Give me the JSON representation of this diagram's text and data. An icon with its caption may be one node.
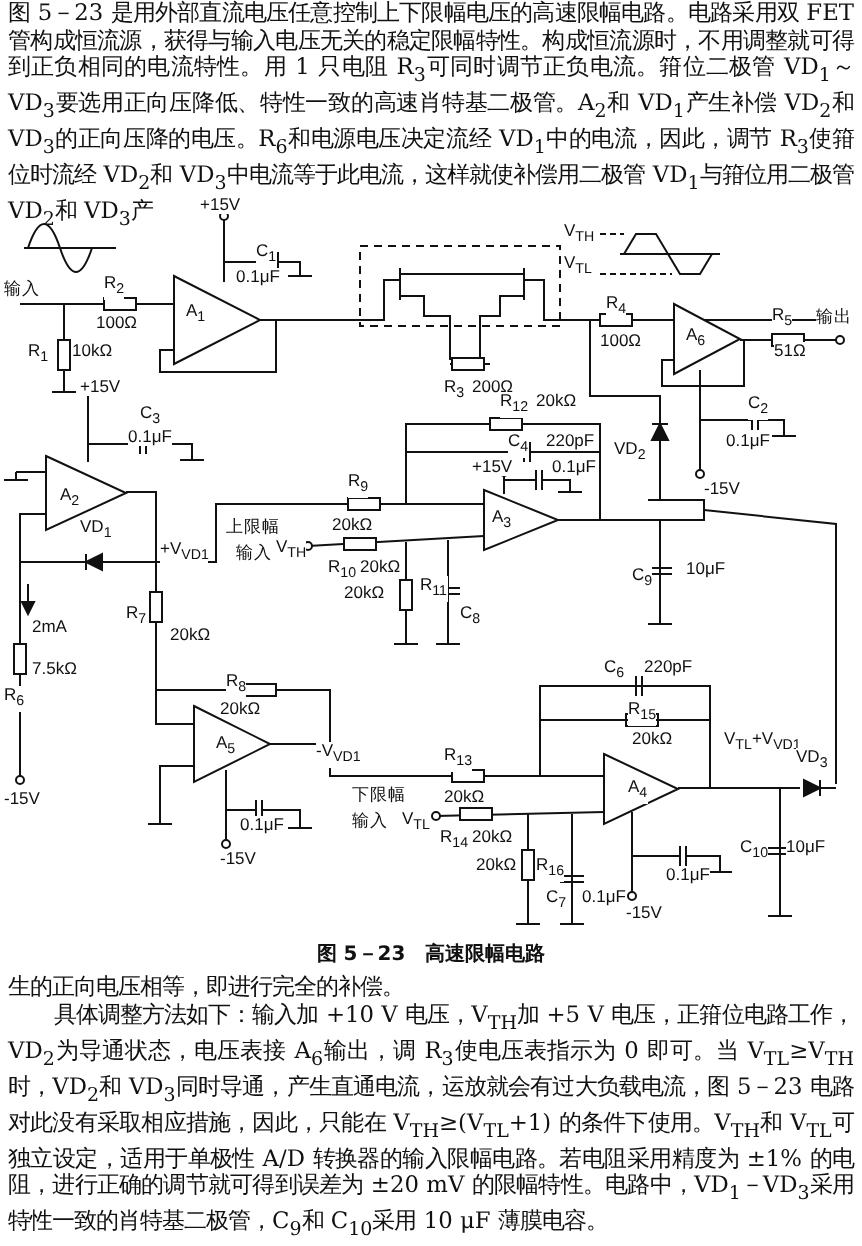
{
  "diagram": {
    "caption": "图 5－23　高速限幅电路",
    "labels": [
      "图 5－23 是用外部直流电压任意控制上下限幅电压的高速限幅电路。电路采用双 FET 管构成恒流源，获得与输入电压无关的稳定限幅特性。构成恒流源时，不用调整就可得到正负相同的电流特性。用 1 只电阻 R$_{3}$可同时调节正负电流。箝位二极管 VD$_{1}$～VD$_{3}$要选用正向压降低、特性一致的高速肖特基二极管。A$_{2}$和 VD$_{1}$产生补偿 VD$_{2}$和 VD$_{3}$的正向压降的电压。R$_{6}$和电源电压决定流经 VD$_{1}$中的电流，因此，调节 R$_{3}$使箝位时流经 VD$_{2}$和 VD$_{3}$中电流等于此电流，这样就使补偿用二极管 VD$_{1}$与箝位用二极管 VD$_{2}$和 VD$_{3}$产",
      "+15V",
      "V$_{TH}$",
      "C$_{1}$",
      "V$_{TL}$",
      "0.1μF",
      "输入",
      "R$_{2}$",
      "100Ω",
      "A$_{1}$",
      "R$_{4}$",
      "A$_{6}$",
      "R$_{5}$",
      "输出",
      "100Ω",
      "51Ω",
      "R$_{1}$",
      "10kΩ",
      "+15V",
      "R$_{3}$",
      "200Ω",
      "R$_{12}$",
      "20kΩ",
      "C$_{2}$",
      "C$_{3}$",
      "0.1μF",
      "C$_{4}$",
      "220pF",
      "0.1μF",
      "VD$_{2}$",
      "+15V",
      "0.1μF",
      "-15V",
      "A$_{2}$",
      "R$_{9}$",
      "20kΩ",
      "A$_{3}$",
      "VD$_{1}$",
      "上限幅",
      "+V$_{VD1}$",
      "输入",
      "V$_{TH}$",
      "R$_{10}$",
      "20kΩ",
      "C$_{9}$",
      "10μF",
      "20kΩ",
      "R$_{11}$",
      "C$_{8}$",
      "2mA",
      "R$_{7}$",
      "20kΩ",
      "7.5kΩ",
      "C$_{6}$",
      "220pF",
      "R$_{8}$",
      "R$_{6}$",
      "20kΩ",
      "R$_{15}$",
      "A$_{5}$",
      "-V$_{VD1}$",
      "R$_{13}$",
      "20kΩ",
      "V$_{TL}$+V$_{VD1}$",
      "VD$_{3}$",
      "-15V",
      "下限幅",
      "20kΩ",
      "A$_{4}$",
      "0.1μF",
      "输入",
      "V$_{TL}$",
      "R$_{14}$",
      "20kΩ",
      "C$_{10}$",
      "10μF",
      "-15V",
      "20kΩ",
      "R$_{16}$",
      "0.1μF",
      "C$_{7}$",
      "0.1μF",
      "-15V",
      "生的正向电压相等，即进行完全的补偿。",
      "具体调整方法如下：输入加 +10 V 电压，V$_{TH}$加 +5 V 电压，正箝位电路工作，VD$_{2}$为导通状态，电压表接 A$_{6}$输出，调 R$_{3}$使电压表指示为 0 即可。当 V$_{TL}$≥V$_{TH}$时，VD$_{2}$和 VD$_{3}$同时导通，产生直通电流，运放就会有过大负载电流，图 5－23 电路对此没有采取相应措施，因此，只能在 V$_{TH}$≥(V$_{TL}$+1) 的条件下使用。V$_{TH}$和 V$_{TL}$可独立设定，适用于单极性 A/D 转换器的输入限幅电路。若电阻采用精度为 ±1% 的电阻，进行正确的调节就可得到误差为 ±20 mV 的限幅特性。电路中，VD$_{1}$－VD$_{3}$采用特性一致的肖特基二极管，C$_{9}$和 C$_{10}$采用 10 μF 薄膜电容。"
    ]
  }
}
